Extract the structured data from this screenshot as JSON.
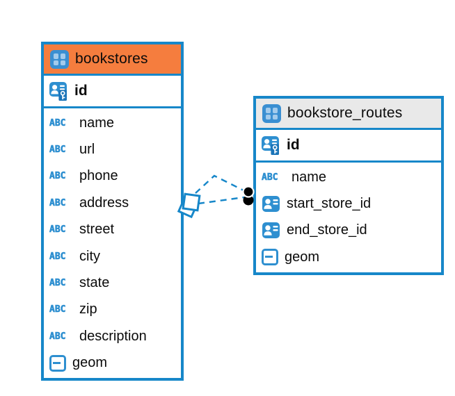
{
  "colors": {
    "accent_blue": "#1787c9",
    "icon_blue": "#2e8fd0",
    "header_orange": "#f57d3e",
    "header_gray": "#e9e9e9",
    "connector_dot_black": "#000000"
  },
  "icons": {
    "abc_glyph": "ABC"
  },
  "tables": [
    {
      "name": "bookstores",
      "header_style": "orange",
      "primary_key": "id",
      "columns": [
        {
          "name": "name",
          "type": "text"
        },
        {
          "name": "url",
          "type": "text"
        },
        {
          "name": "phone",
          "type": "text"
        },
        {
          "name": "address",
          "type": "text"
        },
        {
          "name": "street",
          "type": "text"
        },
        {
          "name": "city",
          "type": "text"
        },
        {
          "name": "state",
          "type": "text"
        },
        {
          "name": "zip",
          "type": "text"
        },
        {
          "name": "description",
          "type": "text"
        },
        {
          "name": "geom",
          "type": "geometry"
        }
      ]
    },
    {
      "name": "bookstore_routes",
      "header_style": "gray",
      "primary_key": "id",
      "columns": [
        {
          "name": "name",
          "type": "text"
        },
        {
          "name": "start_store_id",
          "type": "reference"
        },
        {
          "name": "end_store_id",
          "type": "reference"
        },
        {
          "name": "geom",
          "type": "geometry"
        }
      ]
    }
  ],
  "relationship": {
    "from_table": "bookstores",
    "to_table": "bookstore_routes",
    "style": "dashed"
  }
}
